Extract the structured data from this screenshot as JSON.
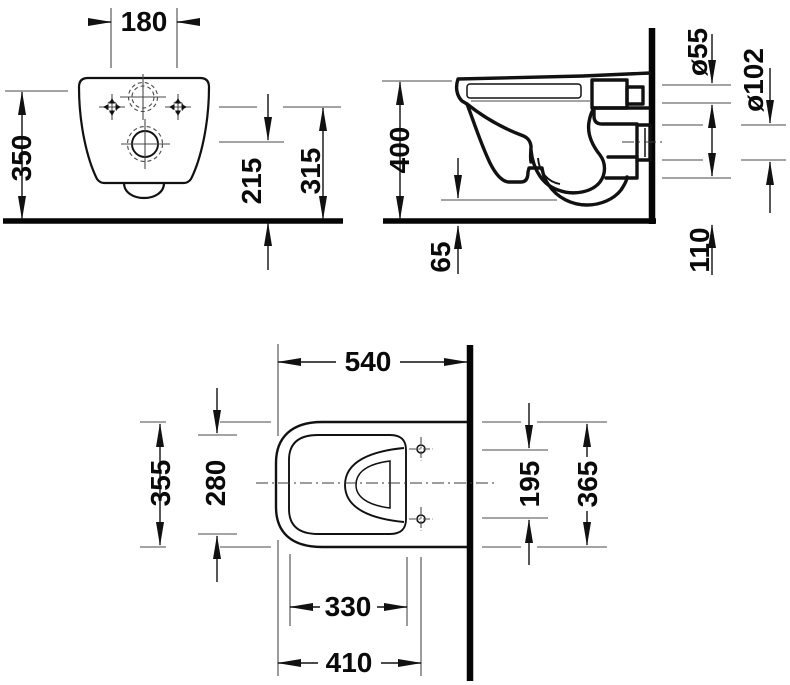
{
  "drawing": {
    "kind": "technical-dimension-drawing",
    "views": {
      "front": {
        "dim_hole_spacing": "180",
        "dim_height_350": "350",
        "dim_height_215": "215",
        "dim_height_315": "315"
      },
      "side": {
        "dim_height_400": "400",
        "dim_inlet_diameter": "ø55",
        "dim_outlet_diameter": "ø102",
        "dim_sump_65": "65",
        "dim_outlet_110": "110"
      },
      "plan": {
        "dim_depth_540": "540",
        "dim_width_355": "355",
        "dim_inner_width_280": "280",
        "dim_hole_spacing_195": "195",
        "dim_width_365": "365",
        "dim_inner_depth_330": "330",
        "dim_front_depth_410": "410"
      }
    },
    "colors": {
      "ink": "#111111",
      "thin_line": "#4a4a4a",
      "background": "#ffffff"
    }
  }
}
